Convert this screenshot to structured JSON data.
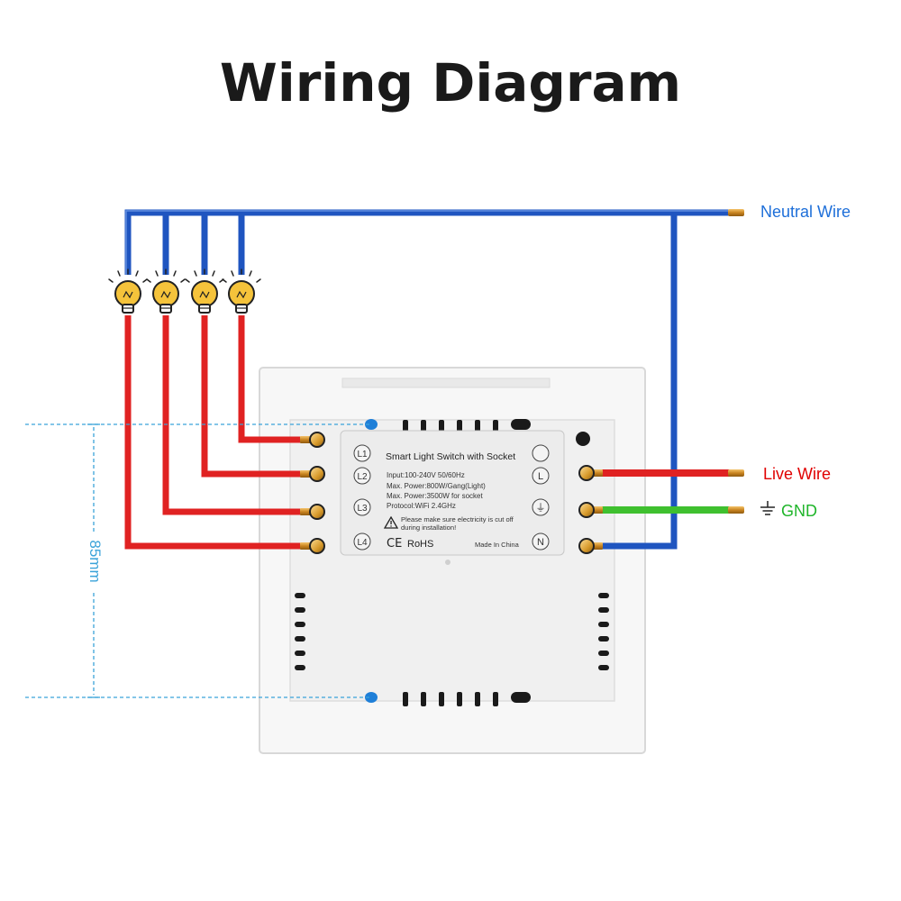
{
  "title": "Wiring Diagram",
  "labels": {
    "neutral": "Neutral Wire",
    "live": "Live Wire",
    "gnd": "GND",
    "dimension": "85mm"
  },
  "panel": {
    "heading": "Smart Light Switch with Socket",
    "specs": [
      "Input:100-240V 50/60Hz",
      "Max. Power:800W/Gang(Light)",
      "Max. Power:3500W for socket",
      "Protocol:WiFi 2.4GHz"
    ],
    "warning": "Please make sure electricity is cut off during installation!",
    "warning_lines": [
      "Please make sure electricity is cut off",
      "during installation!"
    ],
    "ce": "CE",
    "rohs": "RoHS",
    "made_in": "Made In China",
    "left_terminals": [
      "L1",
      "L2",
      "L3",
      "L4"
    ],
    "right_terminals": [
      "",
      "L",
      "⏚",
      "N"
    ]
  },
  "colors": {
    "neutral": "#1f55c0",
    "live": "#e02222",
    "gnd": "#3fc02f",
    "live_text": "#e00000",
    "neutral_text": "#1e6fd9",
    "gnd_text": "#1fb52a",
    "dimension": "#3ba3d9",
    "copper": "#d08a26"
  },
  "icons": [
    "bulb-icon",
    "ground-icon",
    "warning-icon"
  ]
}
